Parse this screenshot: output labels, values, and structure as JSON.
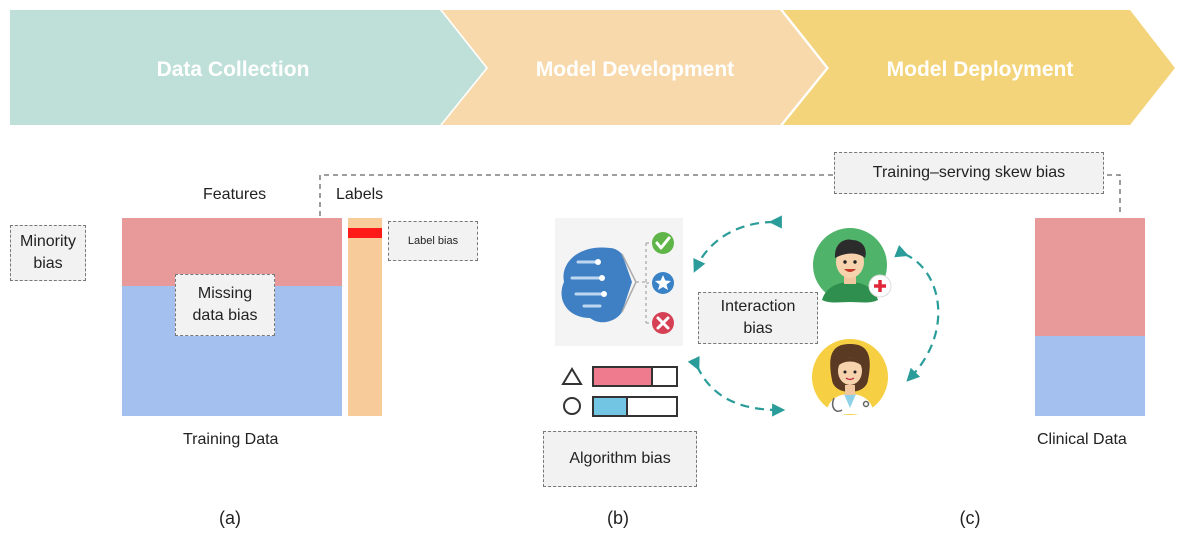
{
  "stages": [
    "Data Collection",
    "Model Development",
    "Model Deployment"
  ],
  "colors": {
    "stage1": "#bfe0d8",
    "stage2": "#f7d9ac",
    "stage3": "#f4d47a",
    "features_top": "#e79a99",
    "features_bottom": "#a4c0ef",
    "labels_column": "#f8cb9b",
    "label_bias_mark": "#ff1a1a",
    "arrows": "#2a9d9a"
  },
  "panel_a": {
    "features_label": "Features",
    "labels_label": "Labels",
    "minority_bias_line1": "Minority",
    "minority_bias_line2": "bias",
    "missing_data_bias_line1": "Missing",
    "missing_data_bias_line2": "data bias",
    "label_bias": "Label bias",
    "caption": "Training Data",
    "panel_label": "(a)"
  },
  "panel_b": {
    "interaction_bias_line1": "Interaction",
    "interaction_bias_line2": "bias",
    "algorithm_bias": "Algorithm bias",
    "panel_label": "(b)",
    "icons": [
      "brain-network-icon",
      "check-icon",
      "star-icon",
      "cross-icon",
      "triangle-icon",
      "circle-icon",
      "male-patient-icon",
      "female-doctor-icon"
    ]
  },
  "panel_c": {
    "training_serving_skew_bias": "Training–serving skew bias",
    "caption": "Clinical Data",
    "panel_label": "(c)"
  }
}
